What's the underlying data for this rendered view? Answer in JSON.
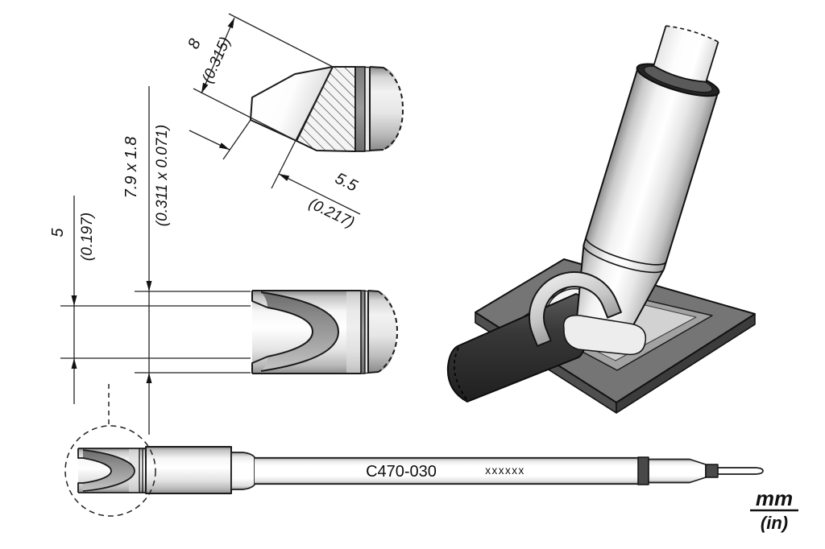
{
  "part": {
    "number": "C470-030",
    "batch_placeholder": "xxxxxx"
  },
  "units": {
    "primary": "mm",
    "secondary": "(in)"
  },
  "dimensions": {
    "blade_width": {
      "mm": "8",
      "in": "(0.315)"
    },
    "blade_depth": {
      "mm": "5.5",
      "in": "(0.217)"
    },
    "slot_width": {
      "mm": "5",
      "in": "(0.197)"
    },
    "tip_section": {
      "mm": "7.9 x 1.8",
      "in": "(0.311 x 0.071)"
    }
  },
  "colors": {
    "line": "#1a1a1a",
    "metal_light": "#ffffff",
    "metal_dark": "#8f8f8f",
    "band_dark": "#494949",
    "board_top": "#757575",
    "wire": "#353535"
  }
}
